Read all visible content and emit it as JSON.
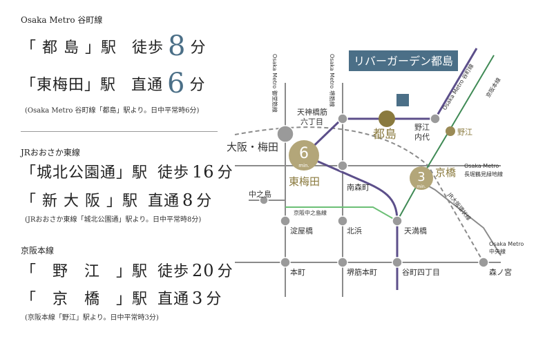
{
  "left": {
    "group1": {
      "line": "Osaka Metro 谷町線",
      "row1": {
        "station": "「 都 島 」駅",
        "mode": "徒歩",
        "minutes": "8",
        "unit": "分"
      },
      "row2": {
        "station": "「東梅田」駅",
        "mode": "直通",
        "minutes": "6",
        "unit": "分"
      },
      "note": "(Osaka Metro 谷町線「都島」駅より。日中平常時6分)"
    },
    "group2": {
      "line": "JRおおさか東線",
      "row1": {
        "station": "「城北公園通」駅",
        "mode": "徒歩",
        "minutes": "16",
        "unit": "分"
      },
      "row2": {
        "station": "「 新 大 阪 」駅",
        "mode": "直通",
        "minutes": "8",
        "unit": "分"
      },
      "note": "(JRおおさか東線「城北公園通」駅より。日中平常時8分)"
    },
    "group3": {
      "line": "京阪本線",
      "row1": {
        "station": "「　野　江　」駅",
        "mode": "徒歩",
        "minutes": "20",
        "unit": "分"
      },
      "row2": {
        "station": "「　京　橋　」駅",
        "mode": "直通",
        "minutes": "3",
        "unit": "分"
      },
      "note": "(京阪本線「野江」駅より。日中平常時3分)"
    }
  },
  "map": {
    "property": "リバーガーデン都島",
    "lines": {
      "midosuji": "Osaka Metro 御堂筋線",
      "sakaisuji": "Osaka Metro 堺筋線",
      "tanimachi": "Osaka Metro 谷町線",
      "keihan": "京阪本線",
      "nagahori": "Osaka Metro 長堀鶴見緑地線",
      "kanjo": "JR大阪環状線",
      "nakanoshima": "京阪中之島線",
      "chuo": "Osaka Metro 中央線"
    },
    "stations": {
      "tenjinbashi": "天神橋筋\n六丁目",
      "miyakojima": "都島",
      "noeuchindai": "野江\n内代",
      "noe": "野江",
      "osaka_umeda": "大阪・梅田",
      "higashi_umeda": "東梅田",
      "kyobashi": "京橋",
      "minamimorimachi": "南森町",
      "nakanoshima": "中之島",
      "yodoyabashi": "淀屋橋",
      "kitahama": "北浜",
      "temmabashi": "天満橋",
      "hommachi": "本町",
      "sakaisuji_hommachi": "堺筋本町",
      "tanimachi4": "谷町四丁目",
      "morinomiya": "森ノ宮"
    },
    "badges": {
      "umeda_min": "6",
      "kyobashi_min": "3",
      "min_label": "min."
    },
    "colors": {
      "tanimachi": "#5c4f8a",
      "keihan": "#3f8a55",
      "nakanoshima": "#6bbf75",
      "grey": "#888888",
      "gold": "#9a8a55",
      "property": "#4b6f87"
    }
  }
}
